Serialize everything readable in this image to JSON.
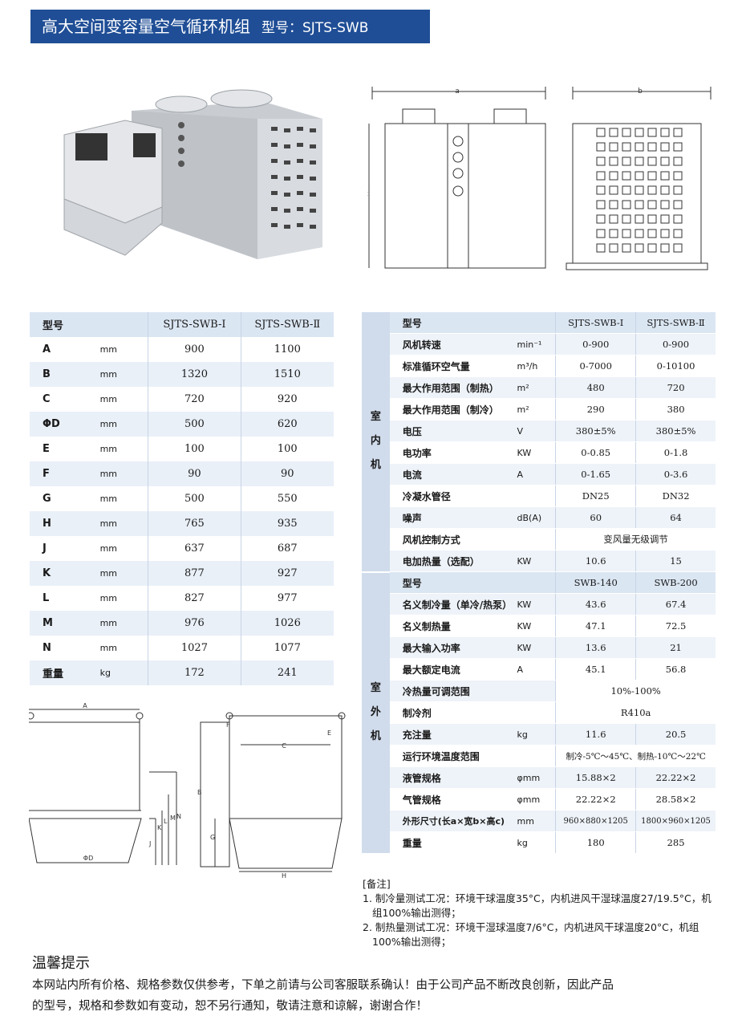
{
  "header": {
    "title": "高大空间变容量空气循环机组",
    "model_label": "型号：SJTS-SWB"
  },
  "drawing_labels": {
    "a": "a",
    "b": "b",
    "c": "c",
    "A": "A",
    "B": "B",
    "C": "C",
    "D": "ΦD",
    "E": "E",
    "F": "F",
    "G": "G",
    "H": "H",
    "J": "J",
    "K": "K",
    "L": "L",
    "M": "M",
    "N": "N"
  },
  "left_table": {
    "header": {
      "name": "型号",
      "unit": "",
      "v1": "SJTS-SWB-Ⅰ",
      "v2": "SJTS-SWB-Ⅱ"
    },
    "rows": [
      {
        "name": "A",
        "unit": "mm",
        "v1": "900",
        "v2": "1100"
      },
      {
        "name": "B",
        "unit": "mm",
        "v1": "1320",
        "v2": "1510"
      },
      {
        "name": "C",
        "unit": "mm",
        "v1": "720",
        "v2": "920"
      },
      {
        "name": "ΦD",
        "unit": "mm",
        "v1": "500",
        "v2": "620"
      },
      {
        "name": "E",
        "unit": "mm",
        "v1": "100",
        "v2": "100"
      },
      {
        "name": "F",
        "unit": "mm",
        "v1": "90",
        "v2": "90"
      },
      {
        "name": "G",
        "unit": "mm",
        "v1": "500",
        "v2": "550"
      },
      {
        "name": "H",
        "unit": "mm",
        "v1": "765",
        "v2": "935"
      },
      {
        "name": "J",
        "unit": "mm",
        "v1": "637",
        "v2": "687"
      },
      {
        "name": "K",
        "unit": "mm",
        "v1": "877",
        "v2": "927"
      },
      {
        "name": "L",
        "unit": "mm",
        "v1": "827",
        "v2": "977"
      },
      {
        "name": "M",
        "unit": "mm",
        "v1": "976",
        "v2": "1026"
      },
      {
        "name": "N",
        "unit": "mm",
        "v1": "1027",
        "v2": "1077"
      },
      {
        "name": "重量",
        "unit": "kg",
        "v1": "172",
        "v2": "241"
      }
    ]
  },
  "right_table": {
    "indoor_group": "室\n内\n机",
    "outdoor_group": "室\n外\n机",
    "indoor_header": {
      "name": "型号",
      "unit": "",
      "v1": "SJTS-SWB-Ⅰ",
      "v2": "SJTS-SWB-Ⅱ"
    },
    "indoor_rows": [
      {
        "name": "风机转速",
        "unit": "min⁻¹",
        "v1": "0-900",
        "v2": "0-900"
      },
      {
        "name": "标准循环空气量",
        "unit": "m³/h",
        "v1": "0-7000",
        "v2": "0-10100"
      },
      {
        "name": "最大作用范围（制热）",
        "unit": "m²",
        "v1": "480",
        "v2": "720"
      },
      {
        "name": "最大作用范围（制冷）",
        "unit": "m²",
        "v1": "290",
        "v2": "380"
      },
      {
        "name": "电压",
        "unit": "V",
        "v1": "380±5%",
        "v2": "380±5%"
      },
      {
        "name": "电功率",
        "unit": "KW",
        "v1": "0-0.85",
        "v2": "0-1.8"
      },
      {
        "name": "电流",
        "unit": "A",
        "v1": "0-1.65",
        "v2": "0-3.6"
      },
      {
        "name": "冷凝水管径",
        "unit": "",
        "v1": "DN25",
        "v2": "DN32"
      },
      {
        "name": "噪声",
        "unit": "dB(A)",
        "v1": "60",
        "v2": "64"
      },
      {
        "name": "风机控制方式",
        "unit": "",
        "span": "变风量无级调节"
      },
      {
        "name": "电加热量（选配）",
        "unit": "KW",
        "v1": "10.6",
        "v2": "15"
      }
    ],
    "outdoor_header": {
      "name": "型号",
      "unit": "",
      "v1": "SWB-140",
      "v2": "SWB-200"
    },
    "outdoor_rows": [
      {
        "name": "名义制冷量（单冷/热泵）",
        "unit": "KW",
        "v1": "43.6",
        "v2": "67.4"
      },
      {
        "name": "名义制热量",
        "unit": "KW",
        "v1": "47.1",
        "v2": "72.5"
      },
      {
        "name": "最大输入功率",
        "unit": "KW",
        "v1": "13.6",
        "v2": "21"
      },
      {
        "name": "最大额定电流",
        "unit": "A",
        "v1": "45.1",
        "v2": "56.8"
      },
      {
        "name": "冷热量可调范围",
        "unit": "",
        "span": "10%-100%"
      },
      {
        "name": "制冷剂",
        "unit": "",
        "span": "R410a"
      },
      {
        "name": "充注量",
        "unit": "kg",
        "v1": "11.6",
        "v2": "20.5"
      },
      {
        "name": "运行环境温度范围",
        "unit": "",
        "span": "制冷-5℃～45℃、制热-10℃～22℃"
      },
      {
        "name": "液管规格",
        "unit": "φmm",
        "v1": "15.88×2",
        "v2": "22.22×2"
      },
      {
        "name": "气管规格",
        "unit": "φmm",
        "v1": "22.22×2",
        "v2": "28.58×2"
      },
      {
        "name": "外形尺寸(长a×宽b×高c)",
        "unit": "mm",
        "v1": "960×880×1205",
        "v2": "1800×960×1205"
      },
      {
        "name": "重量",
        "unit": "kg",
        "v1": "180",
        "v2": "285"
      }
    ]
  },
  "notes": {
    "title": "[备注]",
    "line1": "1. 制冷量测试工况：环境干球温度35°C，内机进风干湿球温度27/19.5°C，机",
    "line1b": "组100%输出测得；",
    "line2": "2. 制热量测试工况：环境干湿球温度7/6°C，内机进风干球温度20°C，机组",
    "line2b": "100%输出测得；"
  },
  "tips": {
    "title": "温馨提示",
    "line1": "本网站内所有价格、规格参数仅供参考，下单之前请与公司客服联系确认！由于公司产品不断改良创新，因此产品",
    "line2": "的型号，规格和参数如有变动，恕不另行通知，敬请注意和谅解，谢谢合作！"
  },
  "colors": {
    "banner": "#1f4e96",
    "row_blue": "#e9f0f8",
    "group_blue": "#d0dcec"
  }
}
